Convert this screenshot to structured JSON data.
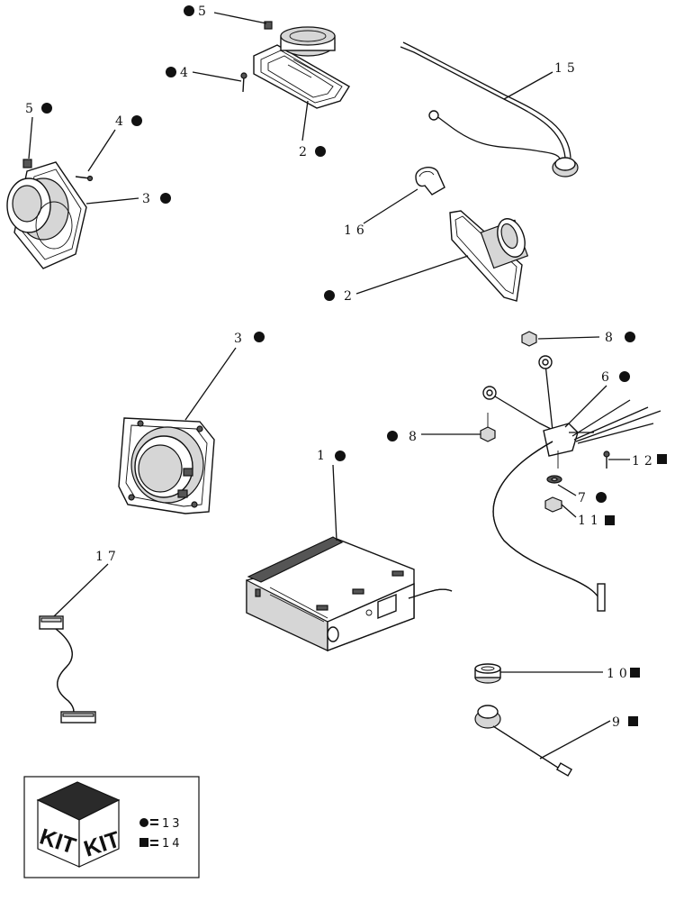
{
  "callouts": {
    "c1": "1",
    "c2a": "2",
    "c2b": "2",
    "c3a": "3",
    "c3b": "3",
    "c4a": "4",
    "c4b": "4",
    "c5a": "5",
    "c5b": "5",
    "c6": "6",
    "c7": "7",
    "c8a": "8",
    "c8b": "8",
    "c9": "9",
    "c10": "10",
    "c11": "11",
    "c12": "12",
    "c15": "15",
    "c16": "16",
    "c17": "17"
  },
  "kit": {
    "word_left": "KIT",
    "word_right": "KIT",
    "circle_kit": "13",
    "square_kit": "14"
  }
}
